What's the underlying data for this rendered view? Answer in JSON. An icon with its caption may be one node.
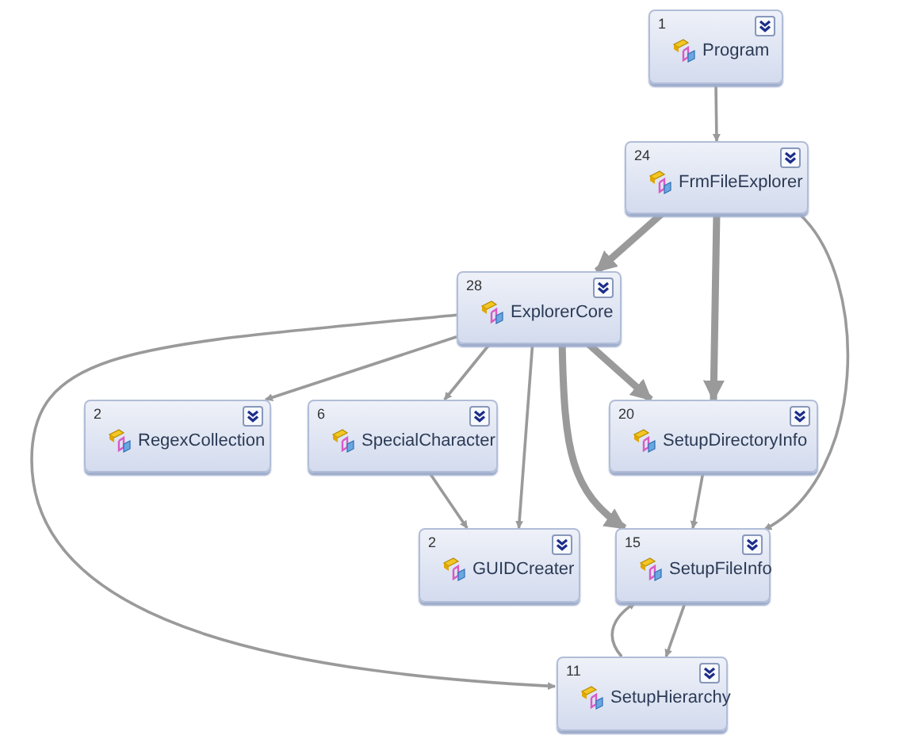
{
  "diagram": {
    "nodes": [
      {
        "text": [
          "1",
          "Program"
        ]
      },
      {
        "text": [
          "24",
          "FrmFileExplorer"
        ]
      },
      {
        "text": [
          "28",
          "ExplorerCore"
        ]
      },
      {
        "text": [
          "2",
          "RegexCollection"
        ]
      },
      {
        "text": [
          "6",
          "SpecialCharacter"
        ]
      },
      {
        "text": [
          "20",
          "SetupDirectoryInfo"
        ]
      },
      {
        "text": [
          "2",
          "GUIDCreater"
        ]
      },
      {
        "text": [
          "15",
          "SetupFileInfo"
        ]
      },
      {
        "text": [
          "11",
          "SetupHierarchy"
        ]
      }
    ],
    "edges": [
      {
        "from": 0,
        "to": 1,
        "arrow": "to"
      },
      {
        "from": 1,
        "to": 2,
        "arrow": "to",
        "style": "thick"
      },
      {
        "from": 1,
        "to": 5,
        "arrow": "to",
        "style": "thick"
      },
      {
        "from": 1,
        "to": 7,
        "arrow": "to"
      },
      {
        "from": 2,
        "to": 3,
        "arrow": "to"
      },
      {
        "from": 2,
        "to": 4,
        "arrow": "to"
      },
      {
        "from": 2,
        "to": 6,
        "arrow": "to"
      },
      {
        "from": 2,
        "to": 7,
        "arrow": "to",
        "style": "thick"
      },
      {
        "from": 2,
        "to": 5,
        "arrow": "to",
        "style": "thick"
      },
      {
        "from": 2,
        "to": 8,
        "arrow": "to"
      },
      {
        "from": 4,
        "to": 6,
        "arrow": "to"
      },
      {
        "from": 5,
        "to": 7,
        "arrow": "to"
      },
      {
        "from": 8,
        "to": 7,
        "arrow": "to"
      },
      {
        "from": 7,
        "to": 8,
        "arrow": "to"
      }
    ]
  }
}
